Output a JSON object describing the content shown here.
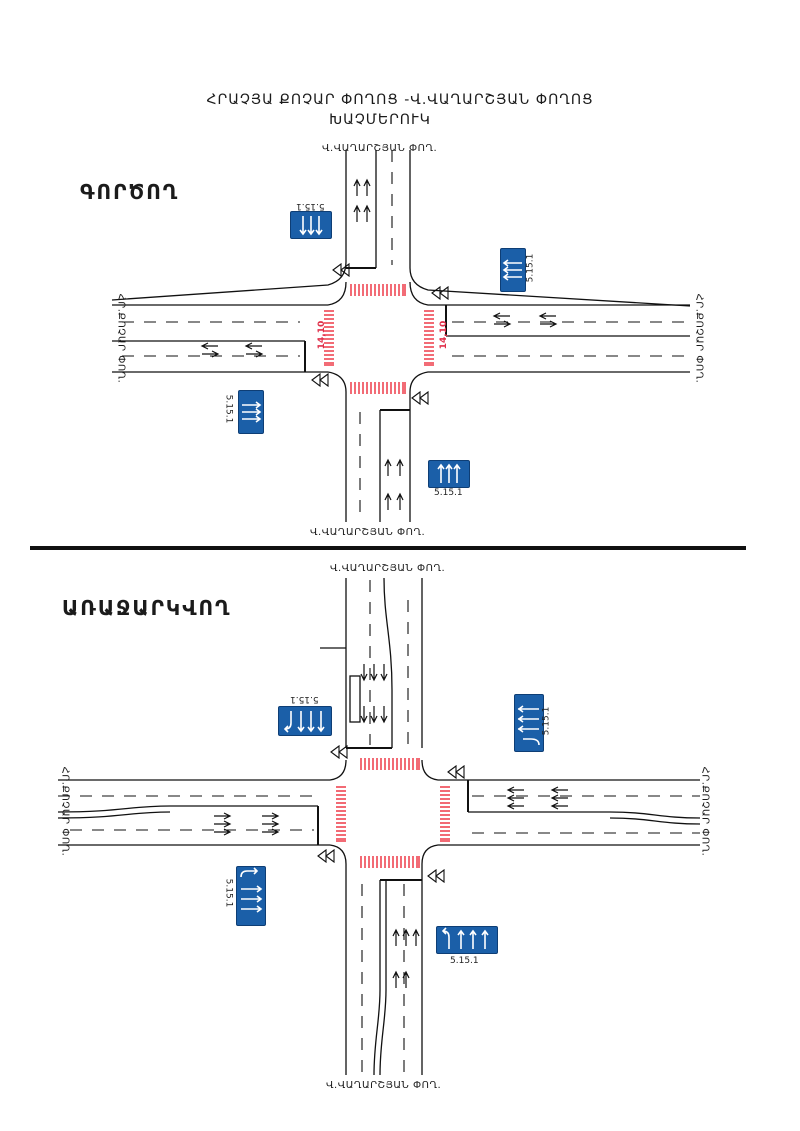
{
  "header": {
    "title_line1": "ՀՐԱՉՅԱ ՔՈՉԱՐ ՓՈՂՈՑ -Վ.ՎԱՂԱՐՇՅԱՆ ՓՈՂՈՑ",
    "title_line2": "ԽԱՉՄԵՐՈՒԿ"
  },
  "existing": {
    "label": "ԳՈՐԾՈՂ",
    "street_top": "Վ.ՎԱՂԱՐՇՅԱՆ ՓՈՂ.",
    "street_bottom": "Վ.ՎԱՂԱՐՇՅԱՆ ՓՈՂ.",
    "street_left": "ՀՐ.ՔՈՉԱՐ ՓՈՂ.",
    "street_right": "ՀՐ.ՔՈՉԱՐ ՓՈՂ.",
    "dim_left": "14,10",
    "dim_right": "14,10",
    "sign_codes": [
      "5.15.1",
      "5.15.1",
      "5.15.1",
      "5.15.1"
    ]
  },
  "proposed": {
    "label": "ԱՌԱՋԱՐԿՎՈՂ",
    "street_top": "Վ.ՎԱՂԱՐՇՅԱՆ ՓՈՂ.",
    "street_bottom": "Վ.ՎԱՂԱՐՇՅԱՆ ՓՈՂ.",
    "street_left": "ՀՐ.ՔՈՉԱՐ ՓՈՂ.",
    "street_right": "ՀՐ.ՔՈՉԱՐ ՓՈՂ.",
    "sign_codes": [
      "5.15.1",
      "5.15.1",
      "5.15.1",
      "5.15.1"
    ]
  },
  "colors": {
    "sign_blue": "#1b5fa8",
    "crosswalk_red": "#f0525e",
    "line": "#111111"
  }
}
